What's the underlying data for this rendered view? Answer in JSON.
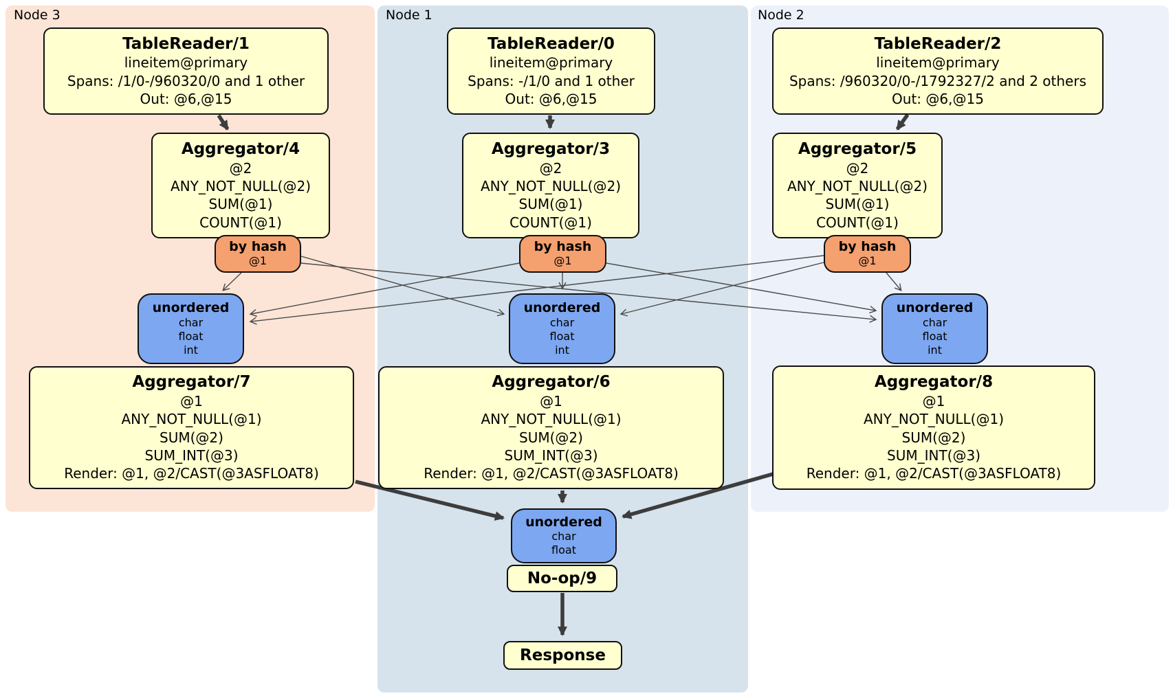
{
  "regions": {
    "node3": {
      "label": "Node 3",
      "bg": "#FCE4D6"
    },
    "node1": {
      "label": "Node 1",
      "bg": "#D6E3EC"
    },
    "node2": {
      "label": "Node 2",
      "bg": "#EDF1FA"
    }
  },
  "colors": {
    "processor_fill": "#FFFFCF",
    "router_fill": "#F4A06F",
    "sync_fill": "#7DA7F0",
    "edge_thick": "#3D3D3D",
    "edge_thin": "#4A4A4A",
    "border": "#101010"
  },
  "processors": {
    "tr1": {
      "title": "TableReader/1",
      "lines": [
        "lineitem@primary",
        "Spans: /1/0-/960320/0 and 1 other",
        "Out: @6,@15"
      ]
    },
    "tr0": {
      "title": "TableReader/0",
      "lines": [
        "lineitem@primary",
        "Spans: -/1/0 and 1 other",
        "Out: @6,@15"
      ]
    },
    "tr2": {
      "title": "TableReader/2",
      "lines": [
        "lineitem@primary",
        "Spans: /960320/0-/1792327/2 and 2 others",
        "Out: @6,@15"
      ]
    },
    "ag4": {
      "title": "Aggregator/4",
      "lines": [
        "@2",
        "ANY_NOT_NULL(@2)",
        "SUM(@1)",
        "COUNT(@1)"
      ]
    },
    "ag3": {
      "title": "Aggregator/3",
      "lines": [
        "@2",
        "ANY_NOT_NULL(@2)",
        "SUM(@1)",
        "COUNT(@1)"
      ]
    },
    "ag5": {
      "title": "Aggregator/5",
      "lines": [
        "@2",
        "ANY_NOT_NULL(@2)",
        "SUM(@1)",
        "COUNT(@1)"
      ]
    },
    "ag7": {
      "title": "Aggregator/7",
      "lines": [
        "@1",
        "ANY_NOT_NULL(@1)",
        "SUM(@2)",
        "SUM_INT(@3)",
        "Render: @1, @2/CAST(@3ASFLOAT8)"
      ]
    },
    "ag6": {
      "title": "Aggregator/6",
      "lines": [
        "@1",
        "ANY_NOT_NULL(@1)",
        "SUM(@2)",
        "SUM_INT(@3)",
        "Render: @1, @2/CAST(@3ASFLOAT8)"
      ]
    },
    "ag8": {
      "title": "Aggregator/8",
      "lines": [
        "@1",
        "ANY_NOT_NULL(@1)",
        "SUM(@2)",
        "SUM_INT(@3)",
        "Render: @1, @2/CAST(@3ASFLOAT8)"
      ]
    },
    "noop": {
      "title": "No-op/9"
    },
    "response": {
      "title": "Response"
    }
  },
  "routers": {
    "hash3": {
      "title": "by hash",
      "lines": [
        "@1"
      ]
    },
    "hash1": {
      "title": "by hash",
      "lines": [
        "@1"
      ]
    },
    "hash2": {
      "title": "by hash",
      "lines": [
        "@1"
      ]
    }
  },
  "syncs": {
    "sync3": {
      "title": "unordered",
      "lines": [
        "char",
        "float",
        "int"
      ]
    },
    "sync1": {
      "title": "unordered",
      "lines": [
        "char",
        "float",
        "int"
      ]
    },
    "sync2": {
      "title": "unordered",
      "lines": [
        "char",
        "float",
        "int"
      ]
    },
    "syncFinal": {
      "title": "unordered",
      "lines": [
        "char",
        "float"
      ]
    }
  }
}
